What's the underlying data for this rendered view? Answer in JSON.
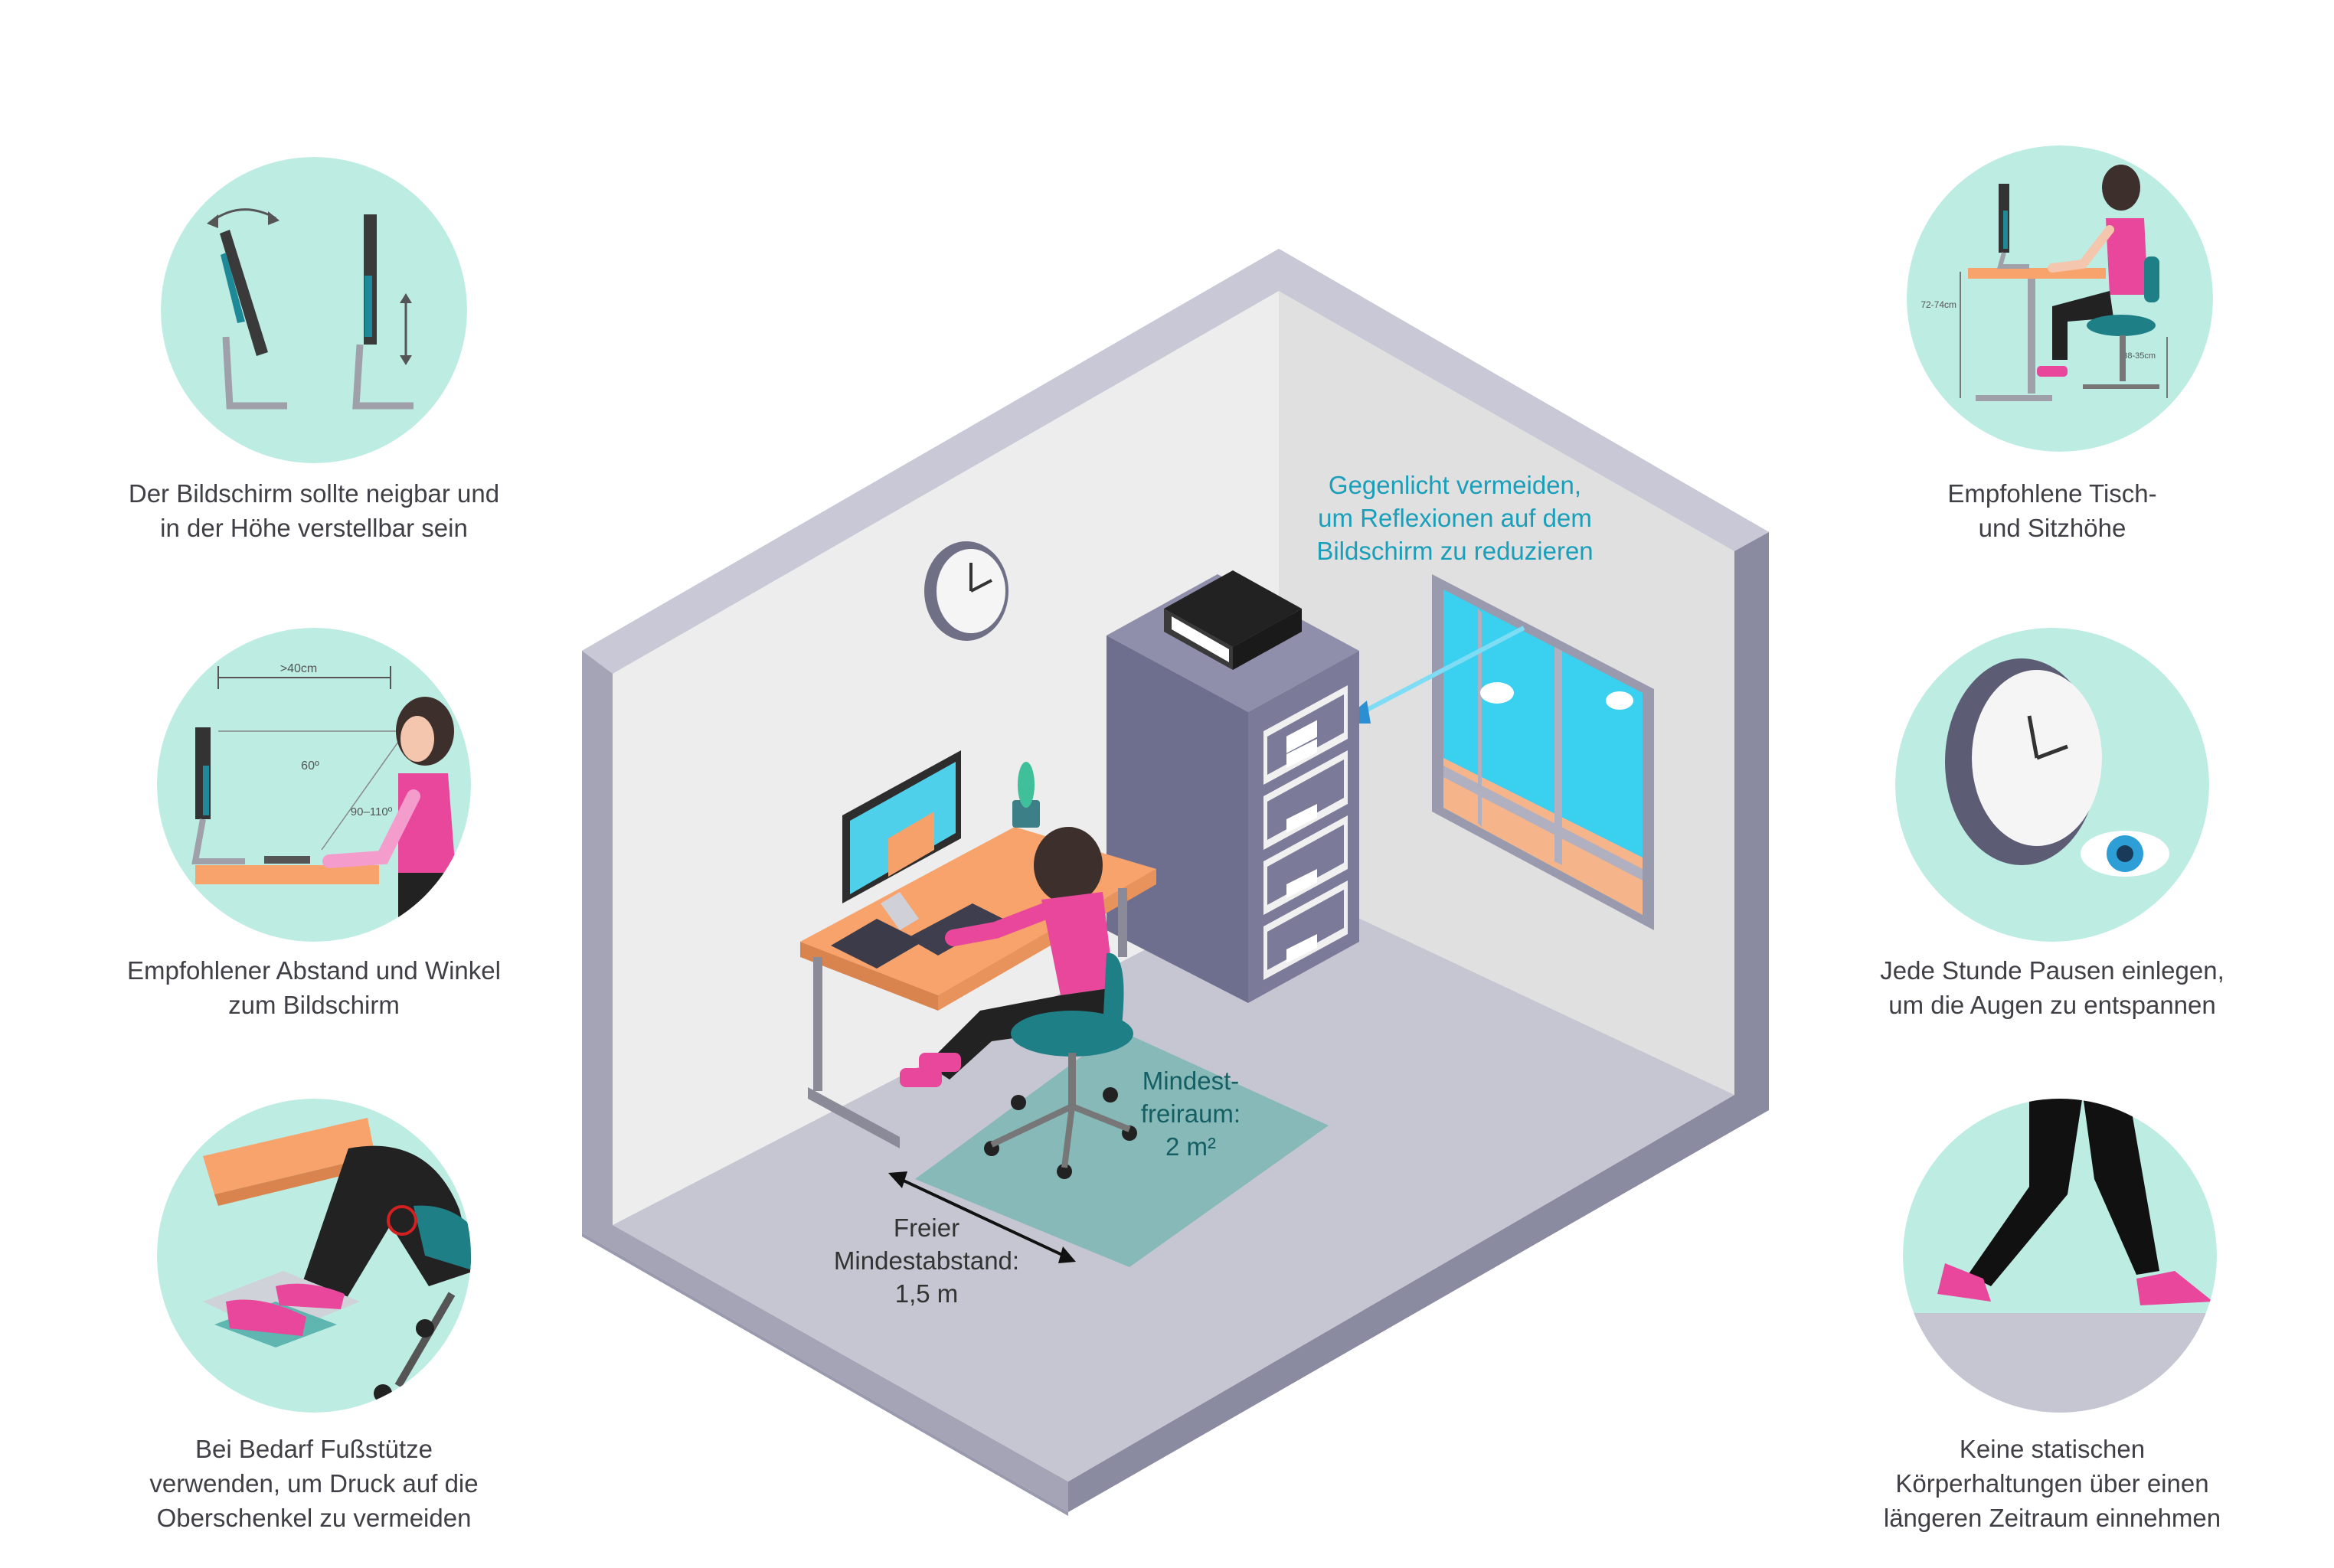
{
  "features": [
    {
      "id": "monitor-adjust",
      "lines": [
        "Der Bildschirm sollte neigbar und",
        "in der Höhe verstellbar sein"
      ]
    },
    {
      "id": "distance-angle",
      "lines": [
        "Empfohlener Abstand und Winkel",
        "zum Bildschirm"
      ]
    },
    {
      "id": "footrest",
      "lines": [
        "Bei Bedarf Fußstütze",
        "verwenden, um Druck auf die",
        "Oberschenkel zu vermeiden"
      ]
    },
    {
      "id": "table-seat-height",
      "lines": [
        "Empfohlene Tisch-",
        "und Sitzhöhe"
      ]
    },
    {
      "id": "breaks",
      "lines": [
        "Jede Stunde Pausen einlegen,",
        "um die Augen zu entspannen"
      ]
    },
    {
      "id": "movement",
      "lines": [
        "Keine statischen",
        "Körperhaltungen über einen",
        "längeren Zeitraum einnehmen"
      ]
    }
  ],
  "room_labels": {
    "glare": [
      "Gegenlicht vermeiden,",
      "um Reflexionen auf dem",
      "Bildschirm zu reduzieren"
    ],
    "free_space": [
      "Mindest-",
      "freiraum:",
      "2 m²"
    ],
    "distance": [
      "Freier",
      "Mindestabstand:",
      "1,5 m"
    ]
  },
  "measurements": {
    "distance": ">40cm",
    "view_angle": "60º",
    "arm_angle": "90–110º",
    "table_height": "72-74cm",
    "seat_height": "38-35cm"
  },
  "colors": {
    "circle_bg": "#bdece3",
    "wall_frame": "#a2a2b4",
    "floor": "#c6c6d2",
    "desk_top": "#f7a36b",
    "pink": "#e8479b",
    "teal_chair": "#1f7f86",
    "text_cyan": "#1a9fba",
    "text_teal": "#155e63"
  },
  "icons": [
    "monitor-icon",
    "clock-icon",
    "eye-icon",
    "window-icon",
    "cabinet-icon",
    "person-icon"
  ]
}
